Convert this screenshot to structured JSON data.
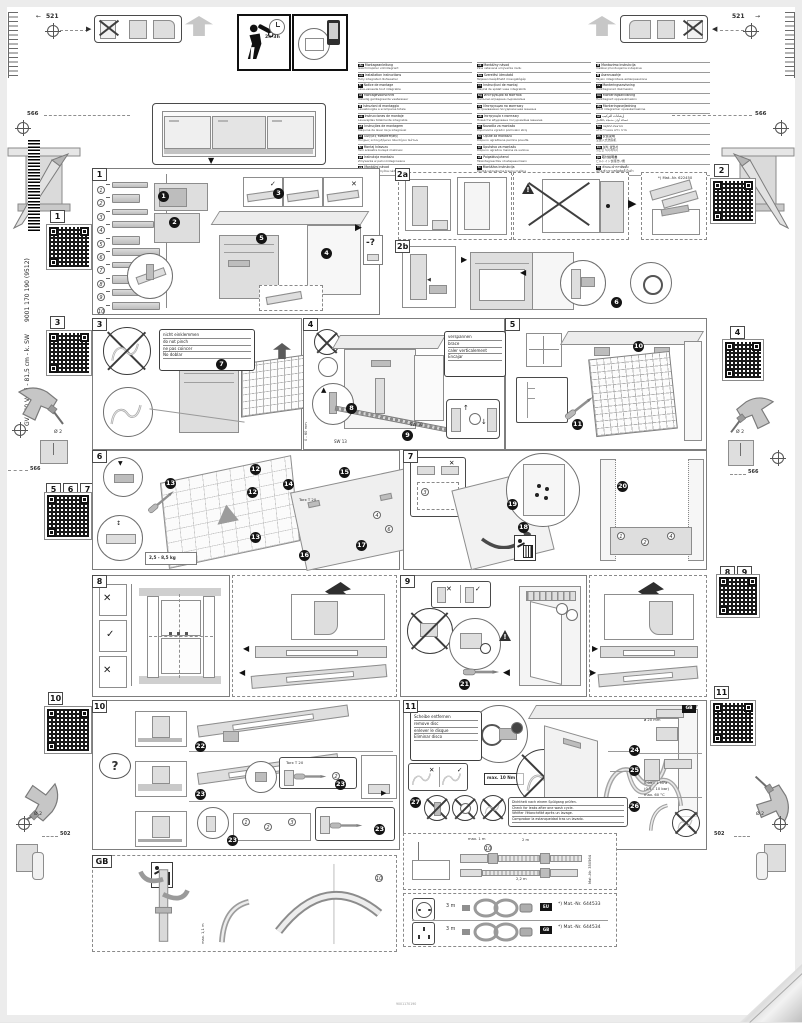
{
  "page": {
    "side_text_model": "GV 640 Voll-i - 81,5 cm - k. SW",
    "side_text_number": "9001 170 190 (9512)",
    "footer_number": "9001170190"
  },
  "pictograms": {
    "install_time": "2h-3h"
  },
  "glyphs": {
    "yes": "✓",
    "no": "✕",
    "q_cloud": "?",
    "q_box": "-?",
    "arrow_down": "▼",
    "arrow_left": "◀",
    "arrow_right": "▶"
  },
  "dimensions": {
    "d521": "521",
    "d566": "566",
    "d502": "502",
    "drill_dia": "Ø 2",
    "niche_0_60": "0 - 60 mm",
    "sw13": "SW 13",
    "sw10": "SW 10",
    "door_weight": "2,5 - 8,5 kg",
    "torx": "Torx T 20",
    "max_torque": "max. 10 Nm",
    "hose_max_1m": "max. 1 m",
    "hose_2m": "2 m",
    "hose_22m": "2,2 m",
    "gb_max_11m": "max. 1,1 m",
    "water_dia": "ø 20 mm",
    "pressure_mpa": "0,05 – 1 MPa",
    "pressure_bar": "(0,5 – 10 bar)",
    "temp_max": "max. 60 °C",
    "cord_len_eu": "3 m",
    "cord_len_gb": "3 m"
  },
  "part_numbers": {
    "bracket": "*) Mat.-Nr. 622450",
    "hose_ext": "Mat.-Nr. 350564",
    "cord_eu": "*) Mat.-Nr. 644533",
    "cord_gb": "*) Mat.-Nr. 644534"
  },
  "steps": {
    "s1": "1",
    "s2a": "2a",
    "s2b": "2b",
    "s3": "3",
    "s4": "4",
    "s5": "5",
    "s6": "6",
    "s7": "7",
    "s8": "8",
    "s9": "9",
    "s10": "10",
    "s11": "11",
    "gb": "GB"
  },
  "side_refs": {
    "left1": "1",
    "left3": "3",
    "left5": "5",
    "left6": "6",
    "left7": "7",
    "left10": "10",
    "right2": "2",
    "right4": "4",
    "right8": "8",
    "right9": "9",
    "right11": "11"
  },
  "refs": {
    "r1": "1",
    "r2": "2",
    "r3": "3",
    "r4": "4",
    "r6": "6",
    "r10": "10"
  },
  "markers": {
    "m1": "1",
    "m2": "2",
    "m3": "3",
    "m4": "4",
    "m5": "5",
    "m6": "6",
    "m7": "7",
    "m8": "8",
    "m9": "9",
    "m10": "10",
    "m11": "11",
    "m12": "12",
    "m12b": "12",
    "m13": "13",
    "m13b": "13",
    "m14": "14",
    "m15": "15",
    "m16": "16",
    "m17": "17",
    "m18": "18",
    "m19": "19",
    "m20": "20",
    "m21": "21",
    "m22": "22",
    "m23": "23",
    "m23b": "23",
    "m23c": "23",
    "m23d": "23",
    "m24": "24",
    "m25": "25",
    "m26": "26",
    "m27": "27"
  },
  "notes": {
    "pinch": [
      "nicht einklemmen",
      "do not pinch",
      "ne pas coincer",
      "No doblar"
    ],
    "brace": [
      "verspannen",
      "brace",
      "caler verticalement",
      "Encajar"
    ],
    "disc": [
      "Scheibe entfernen",
      "remove disc",
      "enlever le disque",
      "Eliminar disco"
    ],
    "leak_check": [
      "Dichtheit nach einem Spülgang prüfen.",
      "Check for leaks after one wash cycle.",
      "Vérifier l'étanchéité après un lavage.",
      "Comprobar la estanqueidad tras un lavado."
    ]
  },
  "cord_badges": {
    "eu": "EU",
    "gb": "GB"
  },
  "parts_list": [
    {
      "n": "1",
      "icon": "top-mounting-rail"
    },
    {
      "n": "2",
      "icon": "hinge-covers"
    },
    {
      "n": "3",
      "icon": "screws"
    },
    {
      "n": "4",
      "icon": "felt-strips"
    },
    {
      "n": "5",
      "icon": "side-brackets-screws"
    },
    {
      "n": "6",
      "icon": "spacer-plates"
    },
    {
      "n": "7",
      "icon": "cover-caps"
    },
    {
      "n": "8",
      "icon": "sealing-strip"
    },
    {
      "n": "9",
      "icon": "plinth-brackets"
    },
    {
      "n": "10",
      "icon": "hose-clip"
    }
  ],
  "languages_col1": [
    {
      "code": "de",
      "t1": "Montageanleitung",
      "t2": "Geschirrspüler vollintegriert"
    },
    {
      "code": "en",
      "t1": "Installation instructions",
      "t2": "Fully integrated dishwasher"
    },
    {
      "code": "fr",
      "t1": "Notice de montage",
      "t2": "Lave-vaisselle tout intégrable"
    },
    {
      "code": "nl",
      "t1": "Montagevoorschrift",
      "t2": "Volledig geïntegreerde vaatwasser"
    },
    {
      "code": "it",
      "t1": "Istruzioni di montaggio",
      "t2": "Lavastoviglie a scomparsa totale"
    },
    {
      "code": "es",
      "t1": "Instrucciones de montaje",
      "t2": "Lavavajillas totalmente integrable"
    },
    {
      "code": "pt",
      "t1": "Instruções de montagem",
      "t2": "Máquina de lavar loiça integrável"
    },
    {
      "code": "el",
      "t1": "Οδηγίες τοποθέτησης",
      "t2": "Πλήρως εντοιχιζόμενο πλυντήριο πιάτων"
    },
    {
      "code": "tr",
      "t1": "Montaj kılavuzu",
      "t2": "Tam ankastre bulaşık makinesi"
    },
    {
      "code": "pl",
      "t1": "Instrukcja montażu",
      "t2": "Zmywarka w pełni zintegrowana"
    },
    {
      "code": "cs",
      "t1": "Montážní návod",
      "t2": "Plně vestavná myčka nádobí"
    }
  ],
  "languages_col2": [
    {
      "code": "sk",
      "t1": "Montážny návod",
      "t2": "Plne vstavaná umývačka riadu"
    },
    {
      "code": "hu",
      "t1": "Szerelési útmutató",
      "t2": "Teljesen beépíthető mosogatógép"
    },
    {
      "code": "ro",
      "t1": "Instrucțiuni de montaj",
      "t2": "Mașină de spălat vase integrabilă"
    },
    {
      "code": "bg",
      "t1": "Инструкция за монтаж",
      "t2": "Напълно вградена съдомиялна"
    },
    {
      "code": "ru",
      "t1": "Инструкция по монтажу",
      "t2": "Встраиваемая посудомоечная машина"
    },
    {
      "code": "uk",
      "t1": "Інструкція з монтажу",
      "t2": "Повністю вбудована посудомийна машина"
    },
    {
      "code": "sl",
      "t1": "Navodila za montažo",
      "t2": "Popolnoma vgradni pomivalni stroj"
    },
    {
      "code": "hr",
      "t1": "Upute za montažu",
      "t2": "Potpuno ugradbena perilica posuđa"
    },
    {
      "code": "sr",
      "t1": "Uputstvo za montažu",
      "t2": "Potpuno ugradna mašina za sudove"
    },
    {
      "code": "et",
      "t1": "Paigaldusjuhend",
      "t2": "Täisintegreeritav nõudepesumasin"
    },
    {
      "code": "lv",
      "t1": "Montāžas instrukcija",
      "t2": "Pilnībā iebūvējama trauku mašīna"
    }
  ],
  "languages_col3": [
    {
      "code": "lt",
      "t1": "Montavimo instrukcija",
      "t2": "Visiškai įmontuojama indaplovė"
    },
    {
      "code": "fi",
      "t1": "Asennusohje",
      "t2": "Täysin integroitava astianpesukone"
    },
    {
      "code": "sv",
      "t1": "Monteringsanvisning",
      "t2": "Helintegrerad diskmaskin"
    },
    {
      "code": "no",
      "t1": "Monteringsanvisning",
      "t2": "Helintegrert oppvaskmaskin"
    },
    {
      "code": "da",
      "t1": "Monteringsvejledning",
      "t2": "Fuldt integrerbar opvaskemaskine"
    },
    {
      "code": "ar",
      "t1": "إرشادات التركيب",
      "t2": "غسالة أوان مدمجة بالكامل"
    },
    {
      "code": "he",
      "t1": "הוראות התקנה",
      "t2": "מדיח כלים אינטגרלי מלא"
    },
    {
      "code": "zh",
      "t1": "安装说明",
      "t2": "全嵌入式洗碗机"
    },
    {
      "code": "ko",
      "t1": "설치 설명서",
      "t2": "빌트인 식기세척기"
    },
    {
      "code": "ja",
      "t1": "取付説明書",
      "t2": "ビルトイン食器洗い機"
    },
    {
      "code": "th",
      "t1": "คำแนะนำการติดตั้ง",
      "t2": "เครื่องล้างจานชนิดติดตั้งในตัว"
    }
  ]
}
